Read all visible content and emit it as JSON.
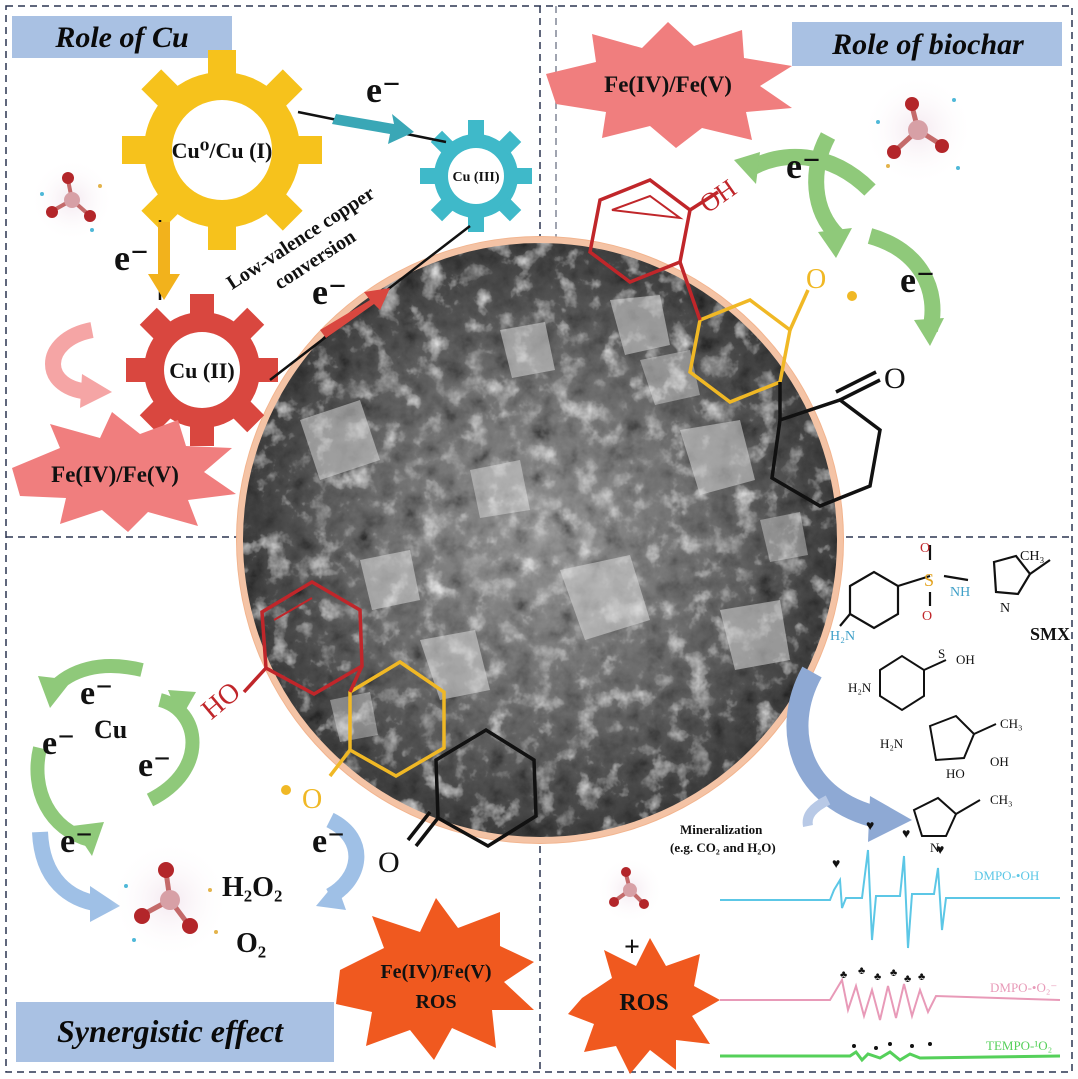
{
  "titles": {
    "role_cu": "Role of Cu",
    "role_biochar": "Role of biochar",
    "synergistic": "Synergistic effect"
  },
  "cu_panel": {
    "gear_main": "Cu⁰/Cu (I)",
    "gear_small": "Cu (III)",
    "gear_mid": "Cu (II)",
    "conversion_line1": "Low-valence copper",
    "conversion_line2": "conversion",
    "electron": "e⁻",
    "burst_label": "Fe(IV)/Fe(V)"
  },
  "biochar_panel": {
    "burst_label": "Fe(IV)/Fe(V)",
    "oh_label": "OH",
    "o_label": "O",
    "electron": "e⁻"
  },
  "synergy_panel": {
    "electron": "e⁻",
    "cu_label": "Cu",
    "ho_label": "HO",
    "o_label": "O",
    "h2o2": "H₂O₂",
    "o2": "O₂",
    "burst_line1": "Fe(IV)/Fe(V)",
    "burst_line2": "ROS"
  },
  "smx_panel": {
    "smx_label": "SMX",
    "mineral_line1": "Mineralization",
    "mineral_line2": "(e.g. CO₂ and H₂O)",
    "plus": "+",
    "ros_label": "ROS",
    "h2n": "H₂N",
    "nh": "NH",
    "so2": "S",
    "oh": "OH",
    "ch3": "CH₃",
    "oxo": "O",
    "n": "N",
    "ho": "HO",
    "epr_labels": {
      "dmpo_oh": "DMPO-•OH",
      "dmpo_o2": "DMPO-•O₂⁻",
      "tempo": "TEMPO-¹O₂"
    }
  },
  "colors": {
    "gear_yellow": "#f6c21c",
    "gear_cyan": "#3fb9c9",
    "gear_red": "#d9473f",
    "burst_pink": "#f07e7e",
    "burst_orange": "#f0591f",
    "title_blue": "#a9c1e3",
    "arrow_green": "#8fc97a",
    "arrow_blue": "#7ea7d6",
    "ring_red": "#c0262a",
    "ring_yellow": "#f0b825",
    "epr_blue": "#5cc7e6",
    "epr_pink": "#e89ab8",
    "epr_green": "#55d05a"
  }
}
